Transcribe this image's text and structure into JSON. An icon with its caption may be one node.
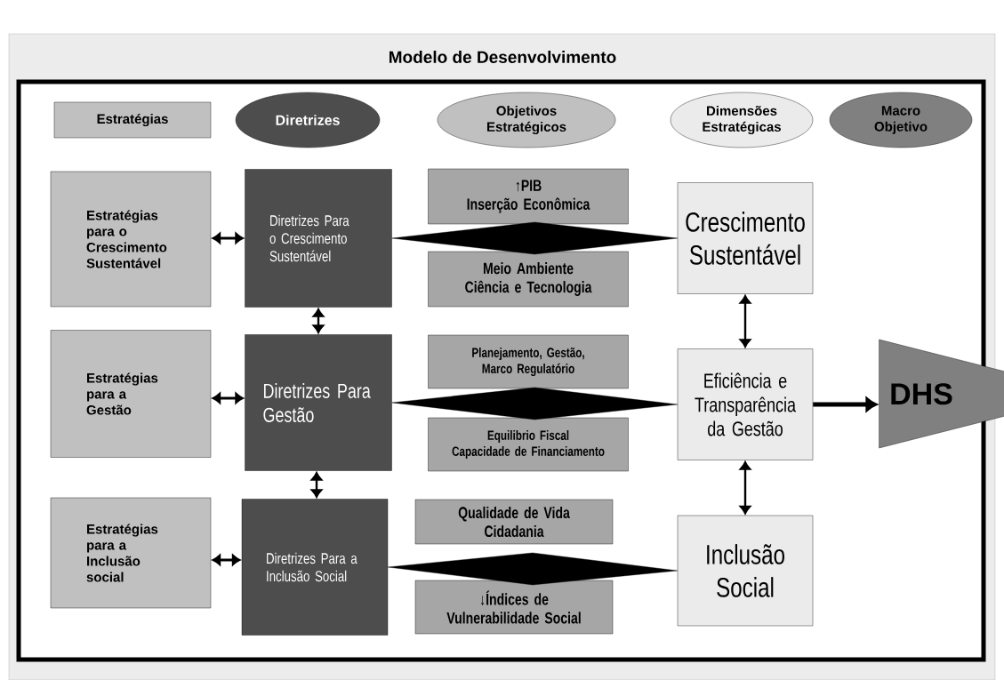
{
  "diagram": {
    "title": "Modelo de Desenvolvimento",
    "nodes": [
      {
        "text": [
          "Estratégias"
        ]
      },
      {
        "text": [
          "Diretrizes"
        ]
      },
      {
        "text": [
          "Objetivos Estratégicos"
        ]
      },
      {
        "text": [
          "Dimensões Estratégicas"
        ]
      },
      {
        "text": [
          "Macro Objetivo"
        ]
      },
      {
        "text": [
          "Estratégias para o Crescimento Sustentável"
        ]
      },
      {
        "text": [
          "Diretrizes Para o Crescimento Sustentável"
        ]
      },
      {
        "text": [
          "↑PIB",
          "Inserção Econômica"
        ]
      },
      {
        "text": [
          "Meio Ambiente",
          "Ciência e Tecnologia"
        ]
      },
      {
        "text": [
          "Crescimento Sustentável"
        ]
      },
      {
        "text": [
          "Estratégias para a Gestão"
        ]
      },
      {
        "text": [
          "Diretrizes Para Gestão"
        ]
      },
      {
        "text": [
          "Planejamento, Gestão, Marco Regulatório"
        ]
      },
      {
        "text": [
          "Equilibrio Fiscal",
          "Capacidade de Financiamento"
        ]
      },
      {
        "text": [
          "Eficiência e Transparência da Gestão"
        ]
      },
      {
        "text": [
          "DHS"
        ]
      },
      {
        "text": [
          "Estratégias para a Inclusão social"
        ]
      },
      {
        "text": [
          "Diretrizes Para a Inclusão Social"
        ]
      },
      {
        "text": [
          "Qualidade de Vida",
          "Cidadania"
        ]
      },
      {
        "text": [
          "↓Índices de Vulnerabilidade Social"
        ]
      },
      {
        "text": [
          "Inclusão Social"
        ]
      }
    ],
    "edges": [
      {
        "from": 5,
        "to": 6,
        "arrow": "both"
      },
      {
        "from": 6,
        "to": 9,
        "arrow": "none",
        "style": "thick"
      },
      {
        "from": 10,
        "to": 11,
        "arrow": "both"
      },
      {
        "from": 11,
        "to": 14,
        "arrow": "none",
        "style": "thick"
      },
      {
        "from": 16,
        "to": 17,
        "arrow": "both"
      },
      {
        "from": 17,
        "to": 20,
        "arrow": "none",
        "style": "thick"
      },
      {
        "from": 6,
        "to": 11,
        "arrow": "both"
      },
      {
        "from": 11,
        "to": 17,
        "arrow": "both"
      },
      {
        "from": 9,
        "to": 14,
        "arrow": "both"
      },
      {
        "from": 14,
        "to": 20,
        "arrow": "both"
      },
      {
        "from": 14,
        "to": 15,
        "arrow": "to",
        "style": "thick"
      }
    ]
  }
}
